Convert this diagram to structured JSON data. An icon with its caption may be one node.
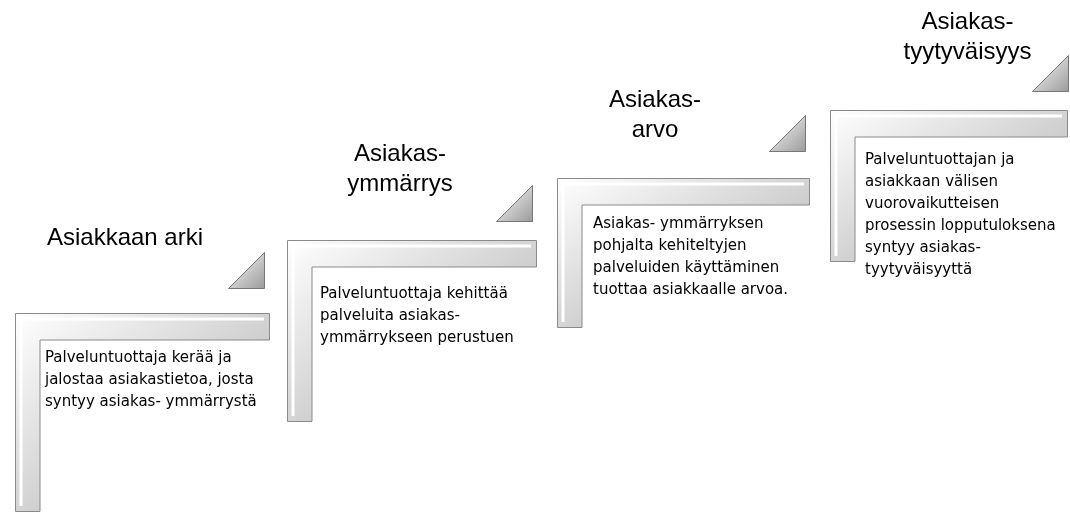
{
  "diagram": {
    "nodes": [
      {
        "text": [
          "Asiakkaan arki",
          "Palveluntuottaja kerää ja jalostaa asiakastietoa, josta syntyy asiakas- ymmärrystä"
        ]
      },
      {
        "text": [
          "Asiakas- ymmärrys",
          "Palveluntuottaja kehittää palveluita asiakas- ymmärrykseen perustuen"
        ]
      },
      {
        "text": [
          "Asiakas- arvo",
          "Asiakas- ymmärryksen pohjalta kehiteltyjen palveluiden käyttäminen tuottaa asiakkaalle arvoa."
        ]
      },
      {
        "text": [
          "Asiakas- tyytyväisyys",
          "Palveluntuottajan ja asiakkaan välisen vuorovaikutteisen prosessin lopputuloksena syntyy asiakas- tyytyväisyyttä"
        ]
      }
    ]
  }
}
